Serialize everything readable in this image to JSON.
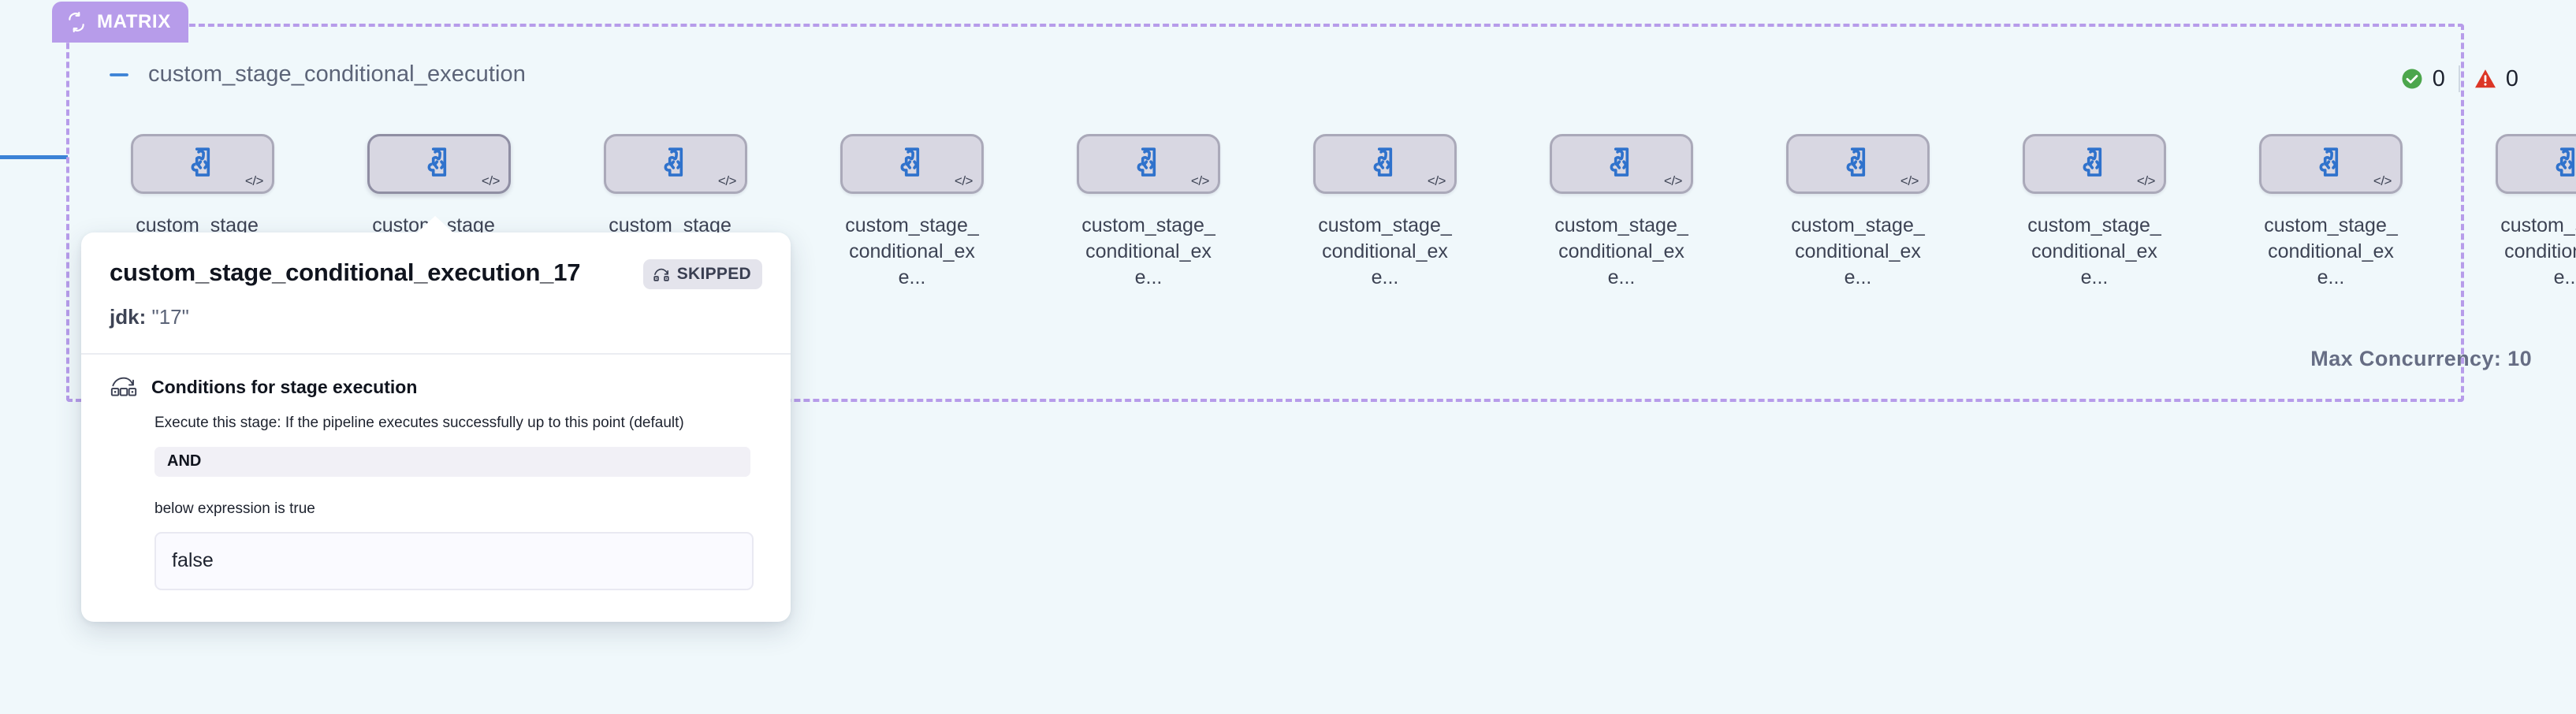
{
  "group": {
    "badge_label": "MATRIX",
    "badge_icon": "loop-icon",
    "badge_color": "#b79cea",
    "collapse_icon": "minus-icon",
    "title": "custom_stage_conditional_execution",
    "max_concurrency_label": "Max Concurrency: 10"
  },
  "counters": {
    "success_icon": "check-circle-icon",
    "success_count": "0",
    "warning_icon": "warning-triangle-icon",
    "warning_count": "0",
    "success_color": "#4ca64c",
    "warning_color": "#dc3626"
  },
  "nodes": [
    {
      "label": "custom_stage_conditional_exe...",
      "icon": "puzzle-code-icon",
      "corner_icon": "code-brackets-icon",
      "selected": false
    },
    {
      "label": "custom_stage_conditional_exe...",
      "icon": "puzzle-code-icon",
      "corner_icon": "code-brackets-icon",
      "selected": true
    },
    {
      "label": "custom_stage_conditional_exe...",
      "icon": "puzzle-code-icon",
      "corner_icon": "code-brackets-icon",
      "selected": false
    },
    {
      "label": "custom_stage_conditional_exe...",
      "icon": "puzzle-code-icon",
      "corner_icon": "code-brackets-icon",
      "selected": false
    },
    {
      "label": "custom_stage_conditional_exe...",
      "icon": "puzzle-code-icon",
      "corner_icon": "code-brackets-icon",
      "selected": false
    },
    {
      "label": "custom_stage_conditional_exe...",
      "icon": "puzzle-code-icon",
      "corner_icon": "code-brackets-icon",
      "selected": false
    },
    {
      "label": "custom_stage_conditional_exe...",
      "icon": "puzzle-code-icon",
      "corner_icon": "code-brackets-icon",
      "selected": false
    },
    {
      "label": "custom_stage_conditional_exe...",
      "icon": "puzzle-code-icon",
      "corner_icon": "code-brackets-icon",
      "selected": false
    },
    {
      "label": "custom_stage_conditional_exe...",
      "icon": "puzzle-code-icon",
      "corner_icon": "code-brackets-icon",
      "selected": false
    },
    {
      "label": "custom_stage_conditional_exe...",
      "icon": "puzzle-code-icon",
      "corner_icon": "code-brackets-icon",
      "selected": false
    },
    {
      "label": "custom_stage_conditional_exe...",
      "icon": "puzzle-code-icon",
      "corner_icon": "code-brackets-icon",
      "selected": false
    }
  ],
  "tooltip": {
    "title": "custom_stage_conditional_execution_17",
    "status_label": "SKIPPED",
    "status_icon": "skip-icon",
    "matrix_key": "jdk:",
    "matrix_value": "\"17\"",
    "conditions": {
      "icon": "skip-conditions-icon",
      "heading": "Conditions for stage execution",
      "description": "Execute this stage: If the pipeline executes successfully up to this point (default)",
      "operator": "AND",
      "note": "below expression is true",
      "expression": "false"
    }
  }
}
